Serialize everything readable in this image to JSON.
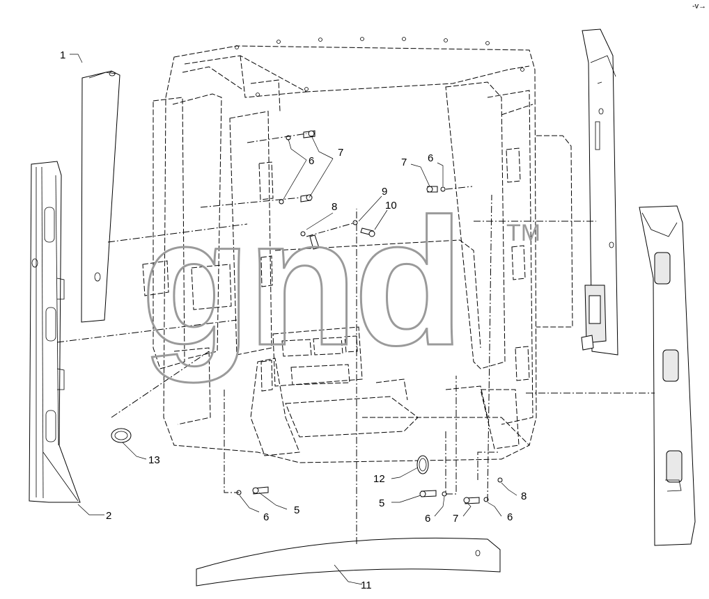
{
  "watermark": {
    "text": "gnd",
    "mark": "TM"
  },
  "callouts": {
    "c1": "1",
    "c2": "2",
    "c5a": "5",
    "c5b": "5",
    "c6a": "6",
    "c6b": "6",
    "c6c": "6",
    "c6d": "6",
    "c6e": "6",
    "c7a": "7",
    "c7b": "7",
    "c7c": "7",
    "c8a": "8",
    "c8b": "8",
    "c9": "9",
    "c10": "10",
    "c11": "11",
    "c12": "12",
    "c13": "13"
  },
  "corner_mark": "-v→"
}
